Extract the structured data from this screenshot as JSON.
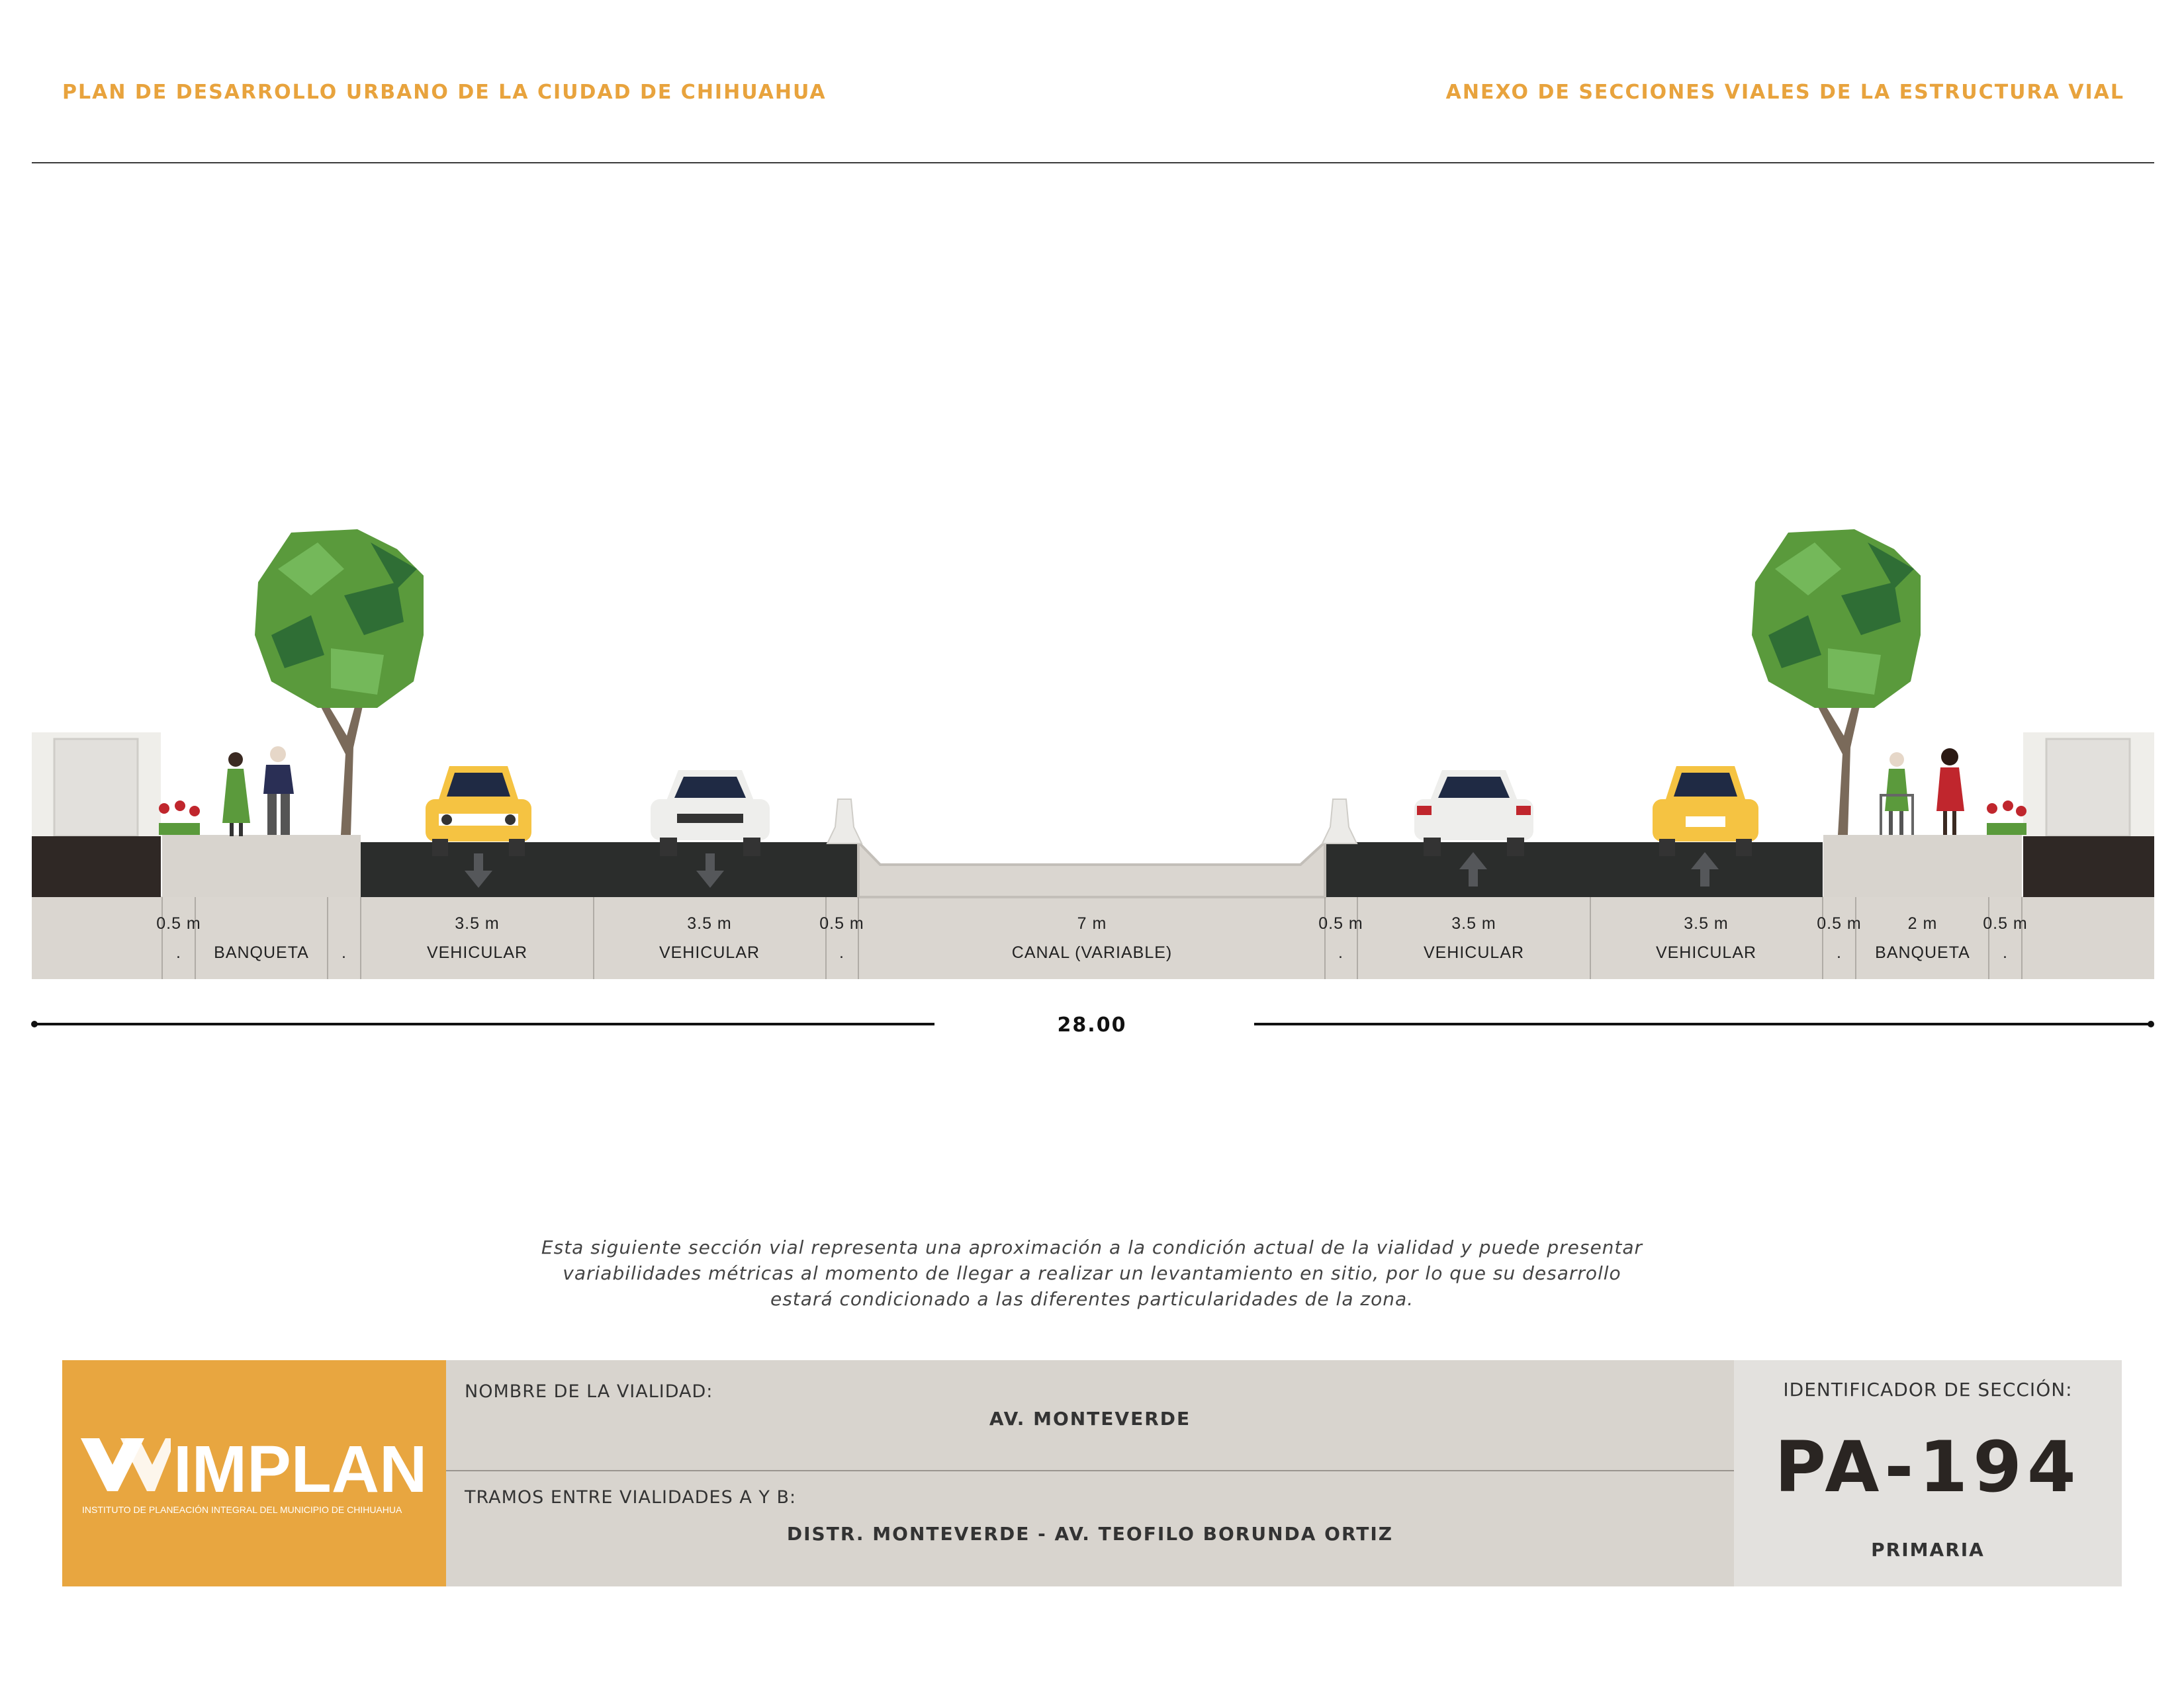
{
  "header": {
    "left_title": "PLAN DE DESARROLLO URBANO DE LA CIUDAD DE CHIHUAHUA",
    "right_title": "ANEXO DE SECCIONES VIALES DE LA ESTRUCTURA VIAL"
  },
  "section": {
    "segments": [
      {
        "width": "0.5 m",
        "name": "."
      },
      {
        "width": "",
        "name": "BANQUETA"
      },
      {
        "width": "",
        "name": "."
      },
      {
        "width": "3.5 m",
        "name": "VEHICULAR"
      },
      {
        "width": "3.5 m",
        "name": "VEHICULAR"
      },
      {
        "width": "0.5 m",
        "name": "."
      },
      {
        "width": "7 m",
        "name": "CANAL (VARIABLE)"
      },
      {
        "width": "0.5 m",
        "name": "."
      },
      {
        "width": "3.5 m",
        "name": "VEHICULAR"
      },
      {
        "width": "3.5 m",
        "name": "VEHICULAR"
      },
      {
        "width": "0.5 m",
        "name": "."
      },
      {
        "width": "2 m",
        "name": "BANQUETA"
      },
      {
        "width": "0.5 m",
        "name": "."
      }
    ],
    "total_width": "28.00",
    "colors": {
      "road": "#2b2d2c",
      "sidewalk": "#d8d4ce",
      "ground": "#dad6d0",
      "curb_dark": "#2f2825",
      "accent": "#e8a33d",
      "tree_green": "#5a9a3c"
    }
  },
  "note": "Esta siguiente sección vial representa una aproximación a la condición actual de la vialidad y puede presentar variabilidades métricas al momento de llegar a realizar un levantamiento en sitio, por lo que su desarrollo estará condicionado a las diferentes particularidades de la zona.",
  "footer": {
    "logo_text": "IMPLAN",
    "logo_subtitle": "INSTITUTO DE PLANEACIÓN INTEGRAL DEL MUNICIPIO DE CHIHUAHUA",
    "road_name_label": "NOMBRE DE LA VIALIDAD:",
    "road_name": "AV. MONTEVERDE",
    "segment_label": "TRAMOS ENTRE VIALIDADES A Y B:",
    "segment_value": "DISTR. MONTEVERDE - AV. TEOFILO BORUNDA ORTIZ",
    "id_label": "IDENTIFICADOR DE SECCIÓN:",
    "id_value": "PA-194",
    "classification": "PRIMARIA"
  }
}
